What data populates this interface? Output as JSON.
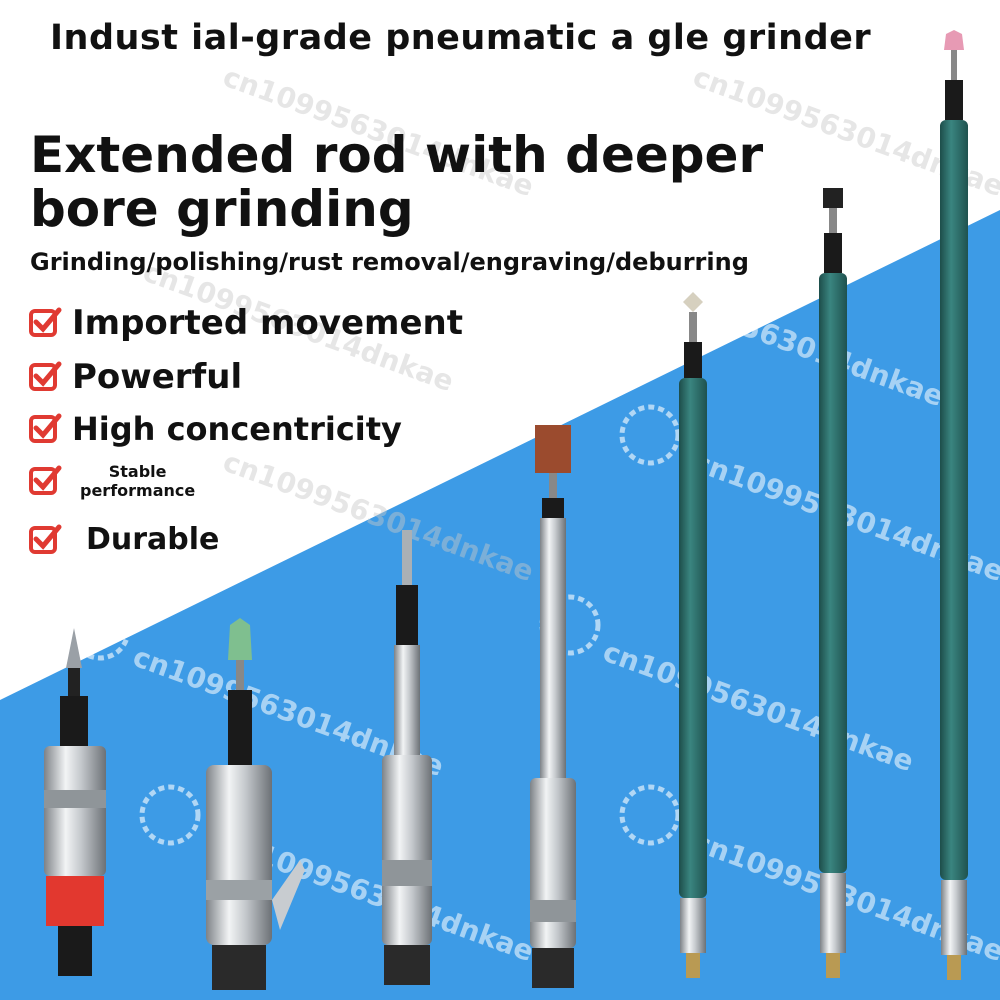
{
  "title": "Indust  ial-grade pneumatic a  gle grinder",
  "headline_line1": "Extended rod with deeper",
  "headline_line2": "bore grinding",
  "applications": "Grinding/polishing/rust removal/engraving/deburring",
  "features": [
    {
      "label": "Imported movement"
    },
    {
      "label": "Powerful"
    },
    {
      "label": "High concentricity"
    },
    {
      "label": "Stable\nperformance"
    },
    {
      "label": "Durable"
    }
  ],
  "watermark": "cn1099563014dnkae",
  "colors": {
    "background_blue": "#3d9be6",
    "check_red": "#e03a32",
    "tool_green": "#2e6e6a",
    "tool_silver": "#c8ccd0",
    "tool_red_base": "#e2382f"
  },
  "icons": {
    "feature_marker": "red-checkbox-icon",
    "watermark_logo": "chat-bubble-logo-icon"
  }
}
